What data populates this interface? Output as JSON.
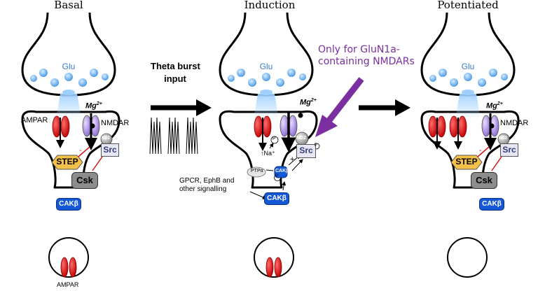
{
  "panels": [
    {
      "title": "Basal"
    },
    {
      "title": "Induction"
    },
    {
      "title": "Potentiated"
    }
  ],
  "labels": {
    "glu": "Glu",
    "ampar": "AMPAR",
    "nmdar": "NMDAR",
    "mg": "Mg",
    "mg_sup": "2+",
    "step": "STEP",
    "csk": "Csk",
    "src": "Src",
    "nd2": "ND2",
    "cak": "CAKβ",
    "ptp": "PTPα",
    "p": "P",
    "na": "↑Na⁺",
    "plus": "+",
    "minus": "-",
    "theta_line1": "Theta burst",
    "theta_line2": "input",
    "gpcr_line1": "GPCR, EphB and",
    "gpcr_line2": "other signalling",
    "callout_line1": "Only for GluN1a-",
    "callout_line2": "containing NMDARs",
    "vesicle_ampar": "AMPAR"
  },
  "colors": {
    "ampar": "#e01010",
    "nmdar": "#a98ae0",
    "glu_vesicle": "#5aa8f0",
    "step": "#f3c04a",
    "cak": "#1558d6",
    "csk": "#8c8c8c",
    "src": "#e6e6f5",
    "callout": "#7a2ea0",
    "neg_line": "#d01515"
  }
}
